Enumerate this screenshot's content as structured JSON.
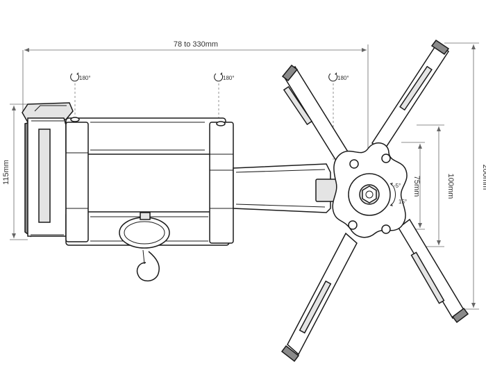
{
  "dimensions": {
    "width_range": "78 to 330mm",
    "wall_height": "115mm",
    "overall_height": "200mm",
    "vesa_100": "100mm",
    "vesa_75": "75mm"
  },
  "rotation_labels": {
    "left": "180°",
    "middle": "180°",
    "right": "180°"
  },
  "tilt": {
    "up": "-5°",
    "down": "15°"
  }
}
